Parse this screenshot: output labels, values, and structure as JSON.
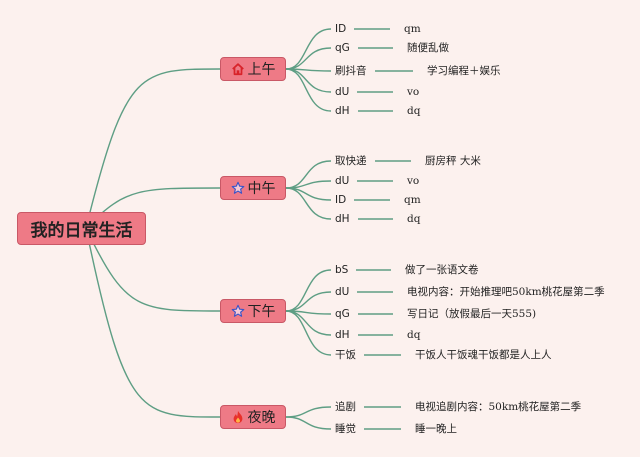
{
  "root": {
    "label": "我的日常生活"
  },
  "colors": {
    "line": "#5e9e84",
    "node_fill": "#ee7a86",
    "node_border": "#c95866",
    "background": "#fcf1ee"
  },
  "branches": [
    {
      "label": "上午",
      "icon": "home-icon",
      "items": [
        {
          "key": "ID",
          "value": "qm"
        },
        {
          "key": "qG",
          "value": "随便乱做"
        },
        {
          "key": "刷抖音",
          "value": "学习编程＋娱乐"
        },
        {
          "key": "dU",
          "value": "vo"
        },
        {
          "key": "dH",
          "value": "dq"
        }
      ]
    },
    {
      "label": "中午",
      "icon": "star-icon",
      "items": [
        {
          "key": "取快递",
          "value": "厨房秤 大米"
        },
        {
          "key": "dU",
          "value": "vo"
        },
        {
          "key": "ID",
          "value": "qm"
        },
        {
          "key": "dH",
          "value": "dq"
        }
      ]
    },
    {
      "label": "下午",
      "icon": "star-icon",
      "items": [
        {
          "key": "bS",
          "value": "做了一张语文卷"
        },
        {
          "key": "dU",
          "value": "电视内容：开始推理吧50km桃花屋第二季"
        },
        {
          "key": "qG",
          "value": "写日记（放假最后一天555)"
        },
        {
          "key": "dH",
          "value": "dq"
        },
        {
          "key": "干饭",
          "value": "干饭人干饭魂干饭都是人上人"
        }
      ]
    },
    {
      "label": "夜晚",
      "icon": "fire-icon",
      "items": [
        {
          "key": "追剧",
          "value": "电视追剧内容：50km桃花屋第二季"
        },
        {
          "key": "睡觉",
          "value": "睡一晚上"
        }
      ]
    }
  ]
}
